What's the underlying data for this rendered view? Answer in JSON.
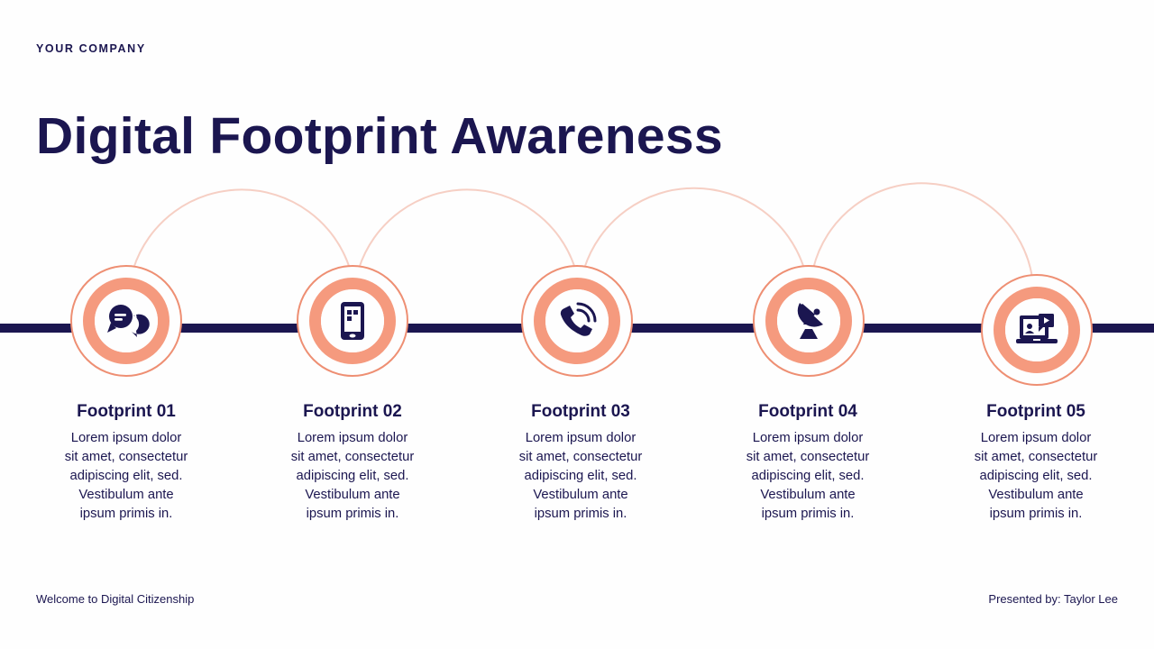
{
  "header": {
    "company": "YOUR COMPANY",
    "title": "Digital Footprint Awareness"
  },
  "colors": {
    "navy": "#1b1650",
    "coral": "#f59a7e",
    "coral_ring": "#ee8f73",
    "arc": "#f6cfc4",
    "background": "#fefefe"
  },
  "nodes": [
    {
      "icon": "chat-bubbles-icon",
      "title": "Footprint 01",
      "lines": [
        "Lorem ipsum dolor",
        "sit amet, consectetur",
        "adipiscing elit, sed.",
        "Vestibulum ante",
        "ipsum primis in."
      ]
    },
    {
      "icon": "smartphone-icon",
      "title": "Footprint 02",
      "lines": [
        "Lorem ipsum dolor",
        "sit amet, consectetur",
        "adipiscing elit, sed.",
        "Vestibulum ante",
        "ipsum primis in."
      ]
    },
    {
      "icon": "phone-call-icon",
      "title": "Footprint 03",
      "lines": [
        "Lorem ipsum dolor",
        "sit amet, consectetur",
        "adipiscing elit, sed.",
        "Vestibulum ante",
        "ipsum primis in."
      ]
    },
    {
      "icon": "satellite-dish-icon",
      "title": "Footprint 04",
      "lines": [
        "Lorem ipsum dolor",
        "sit amet, consectetur",
        "adipiscing elit, sed.",
        "Vestibulum ante",
        "ipsum primis in."
      ]
    },
    {
      "icon": "laptop-video-icon",
      "title": "Footprint 05",
      "lines": [
        "Lorem ipsum dolor",
        "sit amet, consectetur",
        "adipiscing elit, sed.",
        "Vestibulum ante",
        "ipsum primis in."
      ]
    }
  ],
  "footer": {
    "left": "Welcome to Digital Citizenship",
    "right": "Presented by: Taylor Lee"
  }
}
